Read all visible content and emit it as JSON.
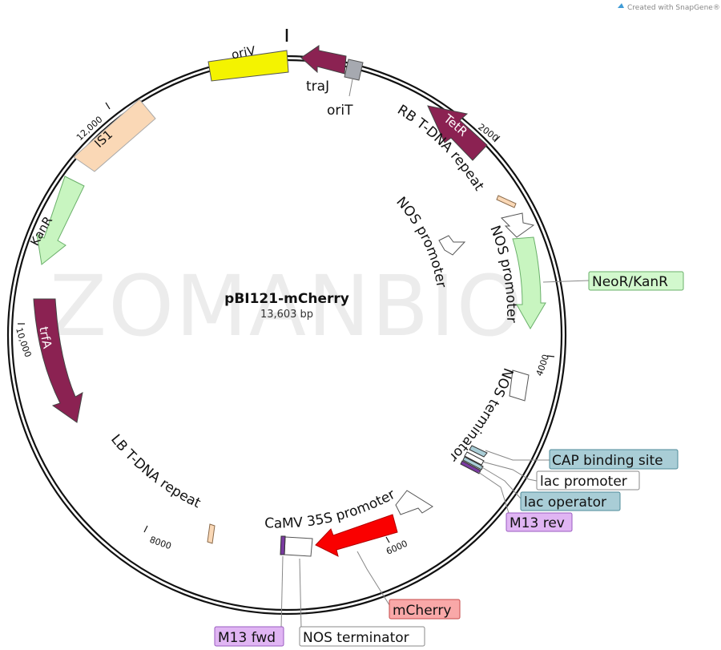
{
  "credit": "Created with SnapGene®",
  "watermark": "ZOMANBIO",
  "plasmid": {
    "name": "pBI121-mCherry",
    "size": "13,603 bp"
  },
  "ticks": [
    {
      "key": "t2000",
      "label": "2000"
    },
    {
      "key": "t4000",
      "label": "4000"
    },
    {
      "key": "t6000",
      "label": "6000"
    },
    {
      "key": "t8000",
      "label": "8000"
    },
    {
      "key": "t10000",
      "label": "10,000"
    },
    {
      "key": "t12000",
      "label": "12,000"
    }
  ],
  "features": [
    {
      "key": "oriv",
      "label": "oriV",
      "color": "#f4f300"
    },
    {
      "key": "traj",
      "label": "traJ",
      "color": "#8b2252"
    },
    {
      "key": "orit",
      "label": "oriT",
      "color": "#a6a9b0"
    },
    {
      "key": "tetr",
      "label": "TetR",
      "color": "#8b2252"
    },
    {
      "key": "is1",
      "label": "IS1",
      "color": "#fad8b6"
    },
    {
      "key": "kanr",
      "label": "KanR",
      "color": "#c8f5c0"
    },
    {
      "key": "trfa",
      "label": "trfA",
      "color": "#8b2252"
    },
    {
      "key": "neor",
      "label": "NeoR/KanR",
      "color": "#c8f5c0"
    },
    {
      "key": "mcherry",
      "label": "mCherry",
      "color": "#fa0000"
    }
  ],
  "labels": {
    "rb_repeat": "RB T-DNA repeat",
    "nos_promoter_outer": "NOS promoter",
    "nos_promoter_inner": "NOS promoter",
    "nos_terminator_upper": "NOS terminator",
    "camv": "CaMV 35S promoter",
    "lb_repeat": "LB T-DNA repeat",
    "traj": "traJ",
    "orit": "oriT"
  },
  "callouts": [
    {
      "key": "neor",
      "label": "NeoR/KanR",
      "fill": "#d2f8cd",
      "stroke": "#6ab06a"
    },
    {
      "key": "cap",
      "label": "CAP binding site",
      "fill": "#a9cdd6",
      "stroke": "#4e8b99"
    },
    {
      "key": "lacp",
      "label": "lac promoter",
      "fill": "#ffffff",
      "stroke": "#888888"
    },
    {
      "key": "laco",
      "label": "lac operator",
      "fill": "#a9cdd6",
      "stroke": "#4e8b99"
    },
    {
      "key": "m13rev",
      "label": "M13 rev",
      "fill": "#e0b5f3",
      "stroke": "#9a5cc0"
    },
    {
      "key": "mcherry",
      "label": "mCherry",
      "fill": "#f9a8a8",
      "stroke": "#c64a4a"
    },
    {
      "key": "m13fwd",
      "label": "M13 fwd",
      "fill": "#e0b5f3",
      "stroke": "#9a5cc0"
    },
    {
      "key": "nosterm",
      "label": "NOS terminator",
      "fill": "#ffffff",
      "stroke": "#888888"
    }
  ]
}
